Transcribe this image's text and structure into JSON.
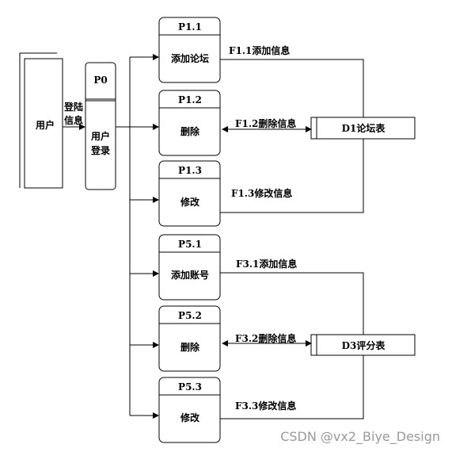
{
  "user": {
    "label": "用户"
  },
  "login_flow": {
    "line1": "登陆",
    "line2": "信息"
  },
  "p0": {
    "id": "P0",
    "line1": "用户",
    "line2": "登录"
  },
  "processes": [
    {
      "id": "P1.1",
      "name": "添加论坛"
    },
    {
      "id": "P1.2",
      "name": "删除"
    },
    {
      "id": "P1.3",
      "name": "修改"
    },
    {
      "id": "P5.1",
      "name": "添加账号"
    },
    {
      "id": "P5.2",
      "name": "删除"
    },
    {
      "id": "P5.3",
      "name": "修改"
    }
  ],
  "flows": [
    "F1.1添加信息",
    "F1.2删除信息",
    "F1.3修改信息",
    "F3.1添加信息",
    "F3.2删除信息",
    "F3.3修改信息"
  ],
  "stores": [
    {
      "label": "D1论坛表"
    },
    {
      "label": "D3评分表"
    }
  ],
  "watermark": "CSDN @vx2_Biye_Design"
}
